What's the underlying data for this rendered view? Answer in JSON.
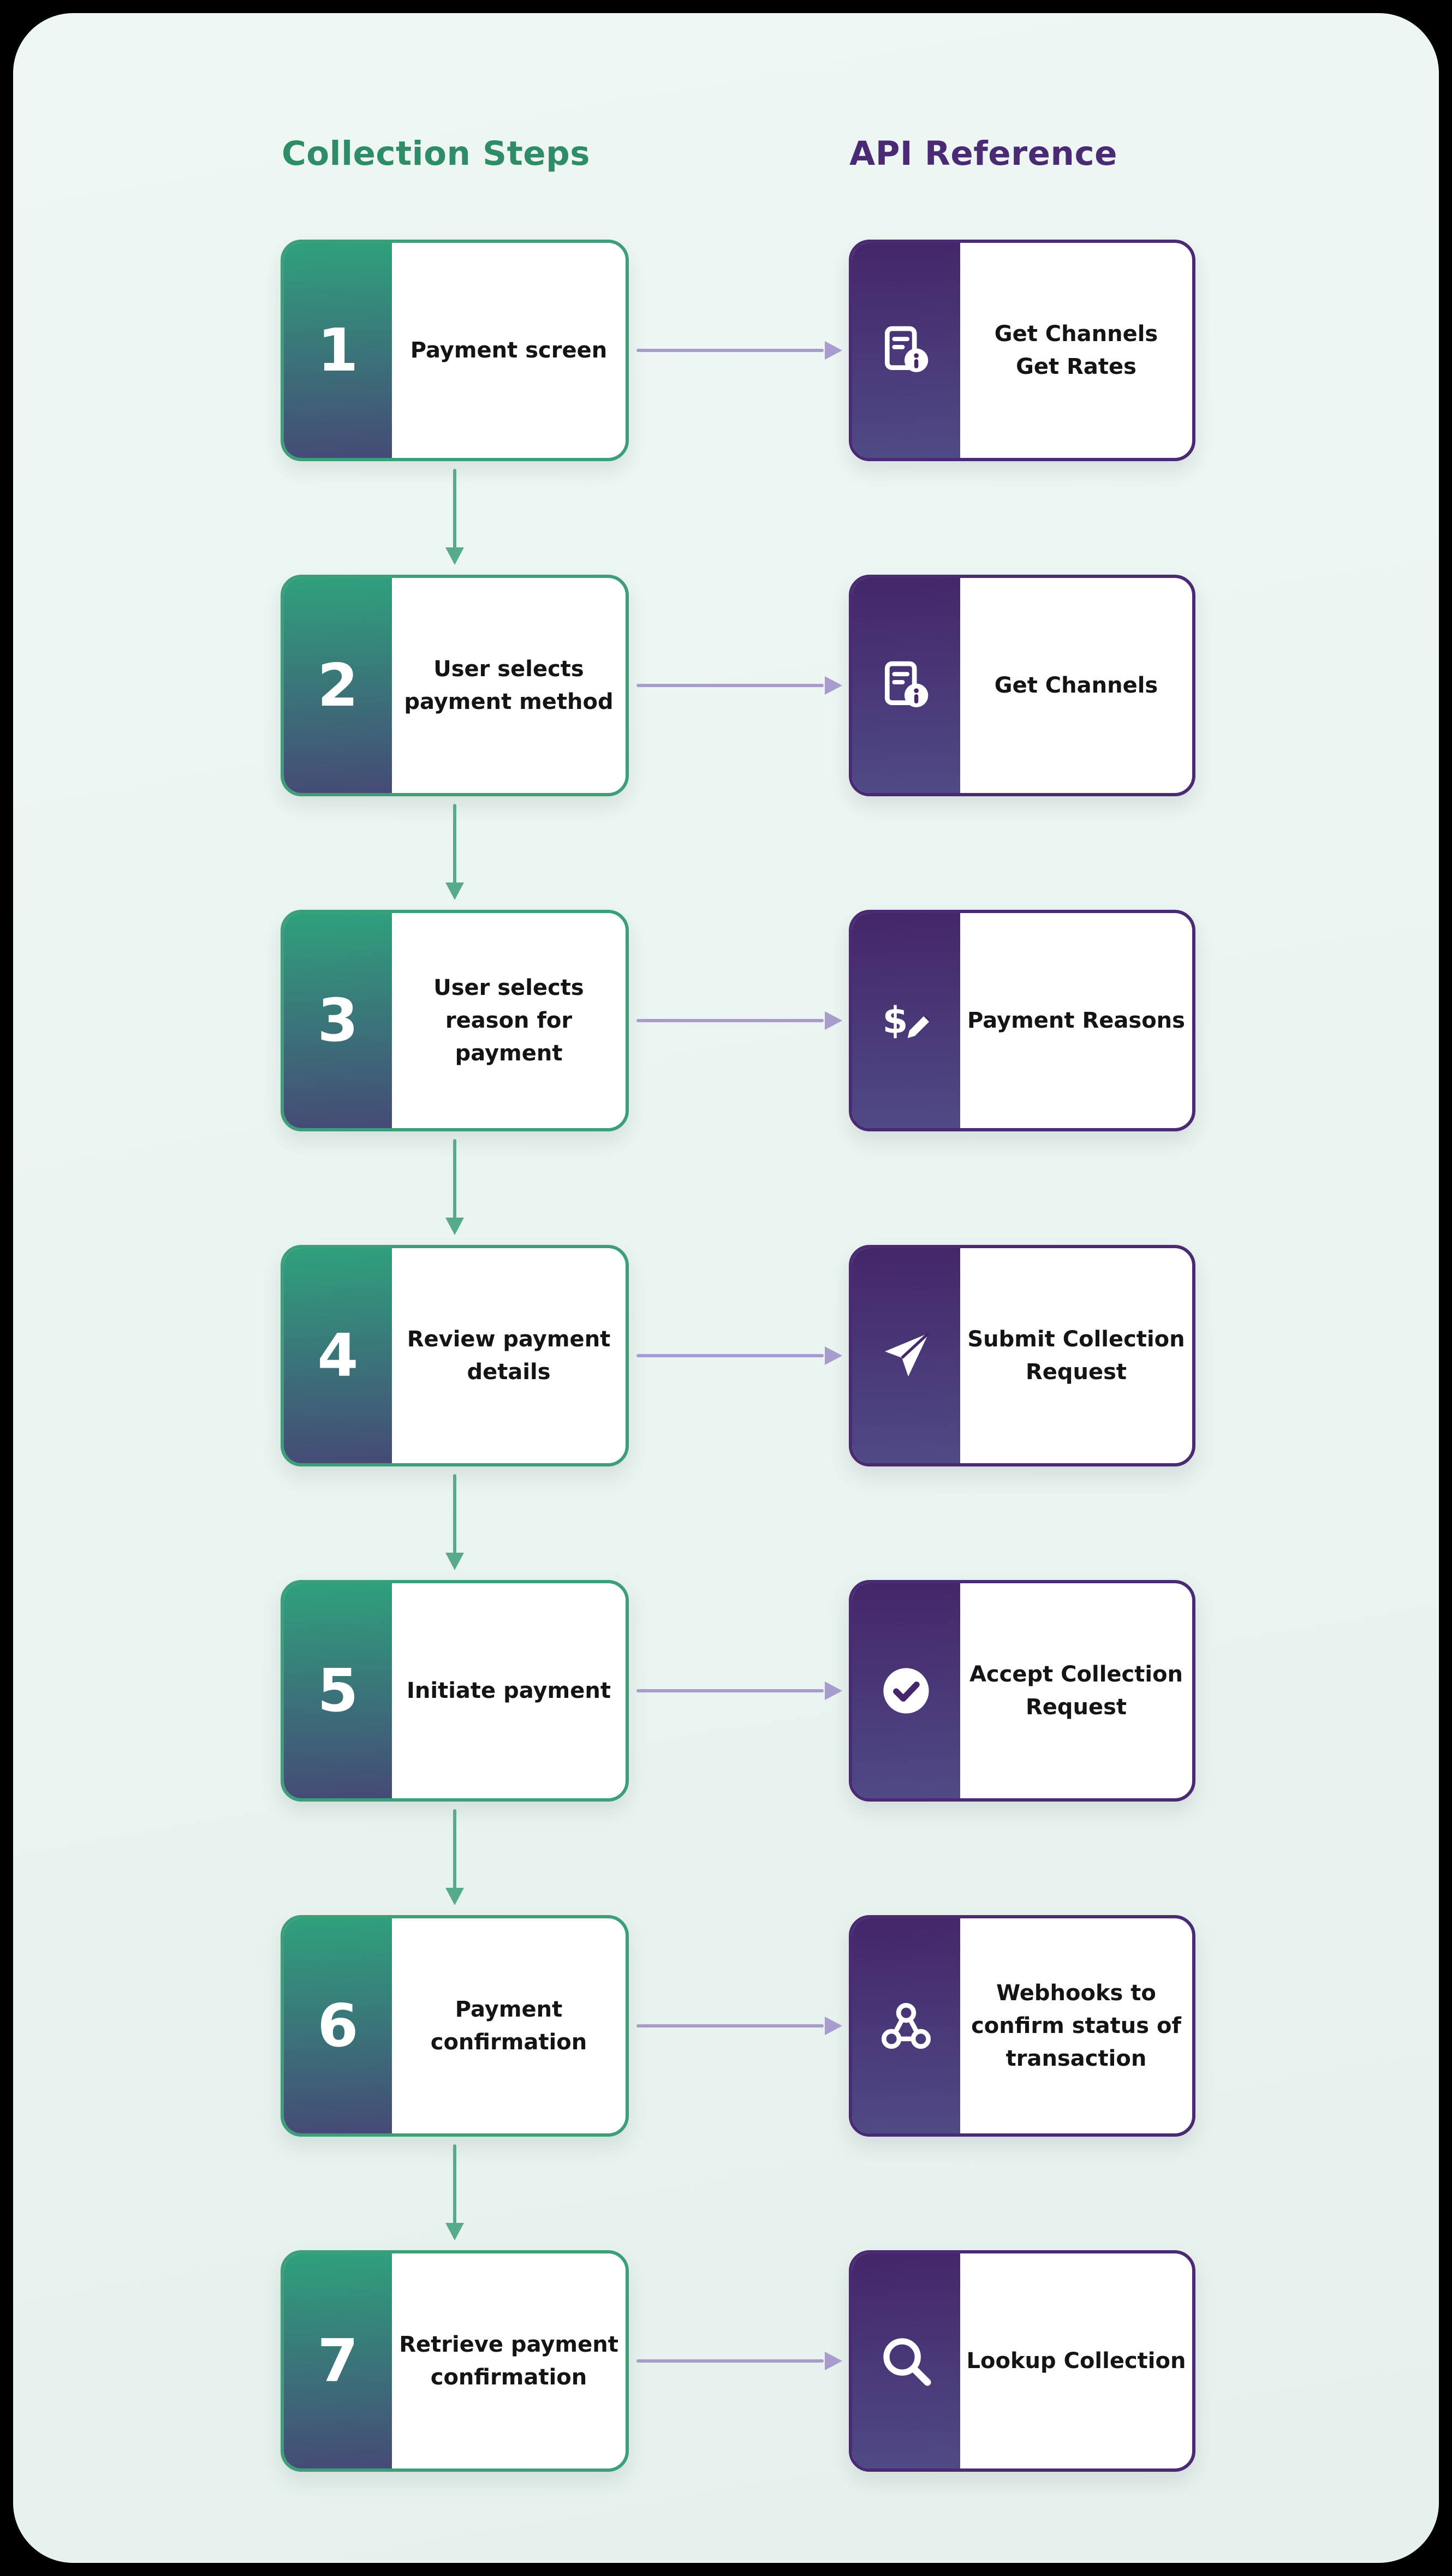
{
  "colors": {
    "page_bg": "#000000",
    "card_bg_top": "#eef7f3",
    "card_bg_bottom": "#e6f1ed",
    "heading_green": "#2e8c67",
    "heading_purple": "#4b2a74",
    "step_border": "#3d9e7a",
    "api_border": "#4a2a72",
    "num_grad_top": "#2fa17c",
    "num_grad_bottom": "#454a76",
    "icon_grad_top": "#44266a",
    "icon_grad_bottom": "#4f4a86",
    "icon_accent": "#44266a",
    "text_dark": "#141414",
    "arrow_green": "#57ab8b",
    "arrow_purple": "#a79ccb"
  },
  "headers": {
    "left": "Collection Steps",
    "right": "API Reference"
  },
  "rows": [
    {
      "number": "1",
      "step": "Payment screen",
      "api": "Get Channels\nGet Rates",
      "icon": "document-info"
    },
    {
      "number": "2",
      "step": "User selects\npayment method",
      "api": "Get Channels",
      "icon": "document-info"
    },
    {
      "number": "3",
      "step": "User selects\nreason for\npayment",
      "api": "Payment Reasons",
      "icon": "payment-reasons"
    },
    {
      "number": "4",
      "step": "Review payment\ndetails",
      "api": "Submit Collection\nRequest",
      "icon": "send"
    },
    {
      "number": "5",
      "step": "Initiate payment",
      "api": "Accept Collection\nRequest",
      "icon": "check-circle"
    },
    {
      "number": "6",
      "step": "Payment\nconfirmation",
      "api": "Webhooks to\nconfirm status of\ntransaction",
      "icon": "webhook"
    },
    {
      "number": "7",
      "step": "Retrieve payment\nconfirmation",
      "api": "Lookup Collection",
      "icon": "search"
    }
  ]
}
